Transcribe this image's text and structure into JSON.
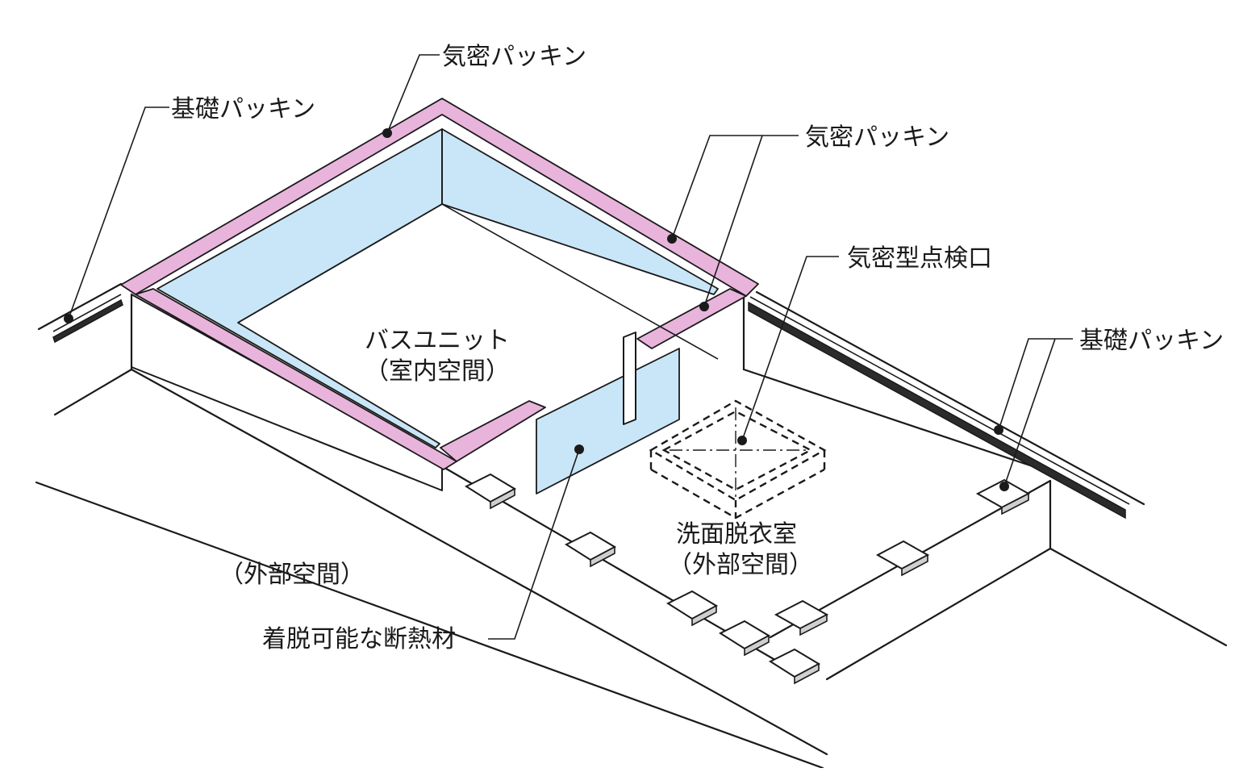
{
  "colors": {
    "airtight_packing": "#e8b4dc",
    "insulation": "#c9e6f8",
    "foundation_packing": "#2b2b2b",
    "outline": "#1a1a1a"
  },
  "labels": {
    "kiso_packing_left": "基礎パッキン",
    "kimitsu_packing_top": "気密パッキン",
    "kimitsu_packing_right": "気密パッキン",
    "kimitsu_inspection": "気密型点検口",
    "kiso_packing_right": "基礎パッキン",
    "bath_unit_line1": "バスユニット",
    "bath_unit_line2": "（室内空間）",
    "washroom_line1": "洗面脱衣室",
    "washroom_line2": "（外部空間）",
    "exterior_space": "（外部空間）",
    "removable_insulation": "着脱可能な断熱材"
  }
}
